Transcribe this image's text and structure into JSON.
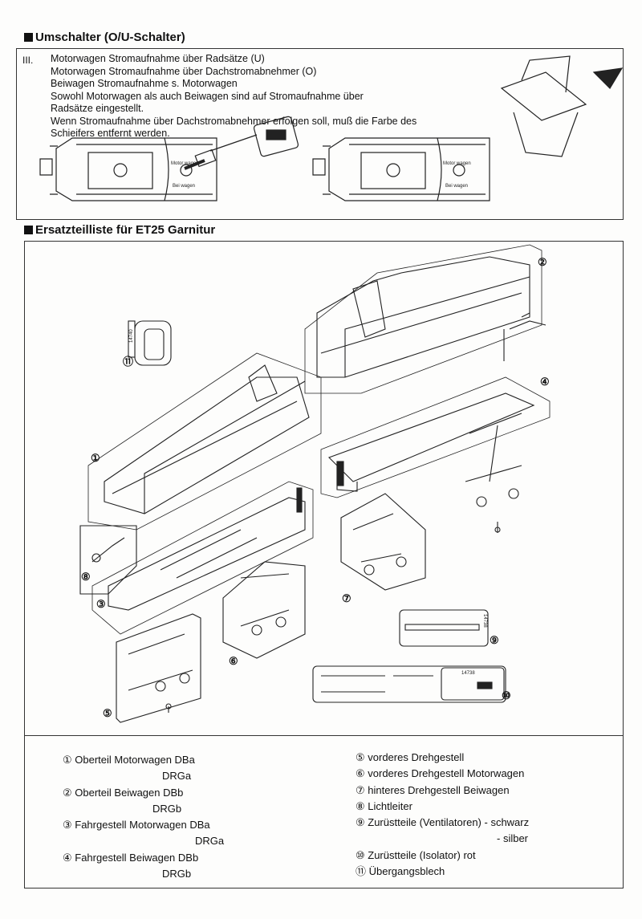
{
  "section1": {
    "title": "Umschalter (O/U-Schalter)",
    "marker": "III.",
    "lines": [
      "Motorwagen Stromaufnahme über Radsätze (U)",
      "Motorwagen Stromaufnahme über Dachstromabnehmer (O)",
      "Beiwagen Stromaufnahme s. Motorwagen",
      "Sowohl Motorwagen als auch Beiwagen sind auf Stromaufnahme über",
      "Radsätze eingestellt.",
      "Wenn Stromaufnahme über Dachstromabnehmer erfolgen soll, muß die Farbe des",
      "Schieifers entfernt werden."
    ],
    "switch_labels": {
      "top": "Motor wagen",
      "bottom": "Bei wagen"
    }
  },
  "section2": {
    "title": "Ersatzteilliste für ET25 Garnitur",
    "callouts": [
      "①",
      "②",
      "③",
      "④",
      "⑤",
      "⑥",
      "⑦",
      "⑧",
      "⑨",
      "⑩",
      "⑪"
    ],
    "sprue_numbers": {
      "part11": "14740",
      "part9": "14738",
      "part10": "14738"
    },
    "legend_left": [
      {
        "text": "① Oberteil Motorwagen DBa"
      },
      {
        "text": "DRGa"
      },
      {
        "text": "② Oberteil Beiwagen DBb"
      },
      {
        "text": "DRGb"
      },
      {
        "text": "③ Fahrgestell Motorwagen DBa"
      },
      {
        "text": "DRGa"
      },
      {
        "text": "④ Fahrgestell Beiwagen DBb"
      },
      {
        "text": "DRGb"
      }
    ],
    "legend_right": [
      {
        "text": "⑤ vorderes Drehgestell"
      },
      {
        "text": "⑥ vorderes Drehgestell Motorwagen"
      },
      {
        "text": "⑦ hinteres Drehgestell Beiwagen"
      },
      {
        "text": "⑧ Lichtleiter"
      },
      {
        "text": "⑨ Zurüstteile (Ventilatoren) - schwarz"
      },
      {
        "text": "- silber"
      },
      {
        "text": "⑩ Zurüstteile (Isolator) rot"
      },
      {
        "text": "⑪ Übergangsblech"
      }
    ]
  }
}
